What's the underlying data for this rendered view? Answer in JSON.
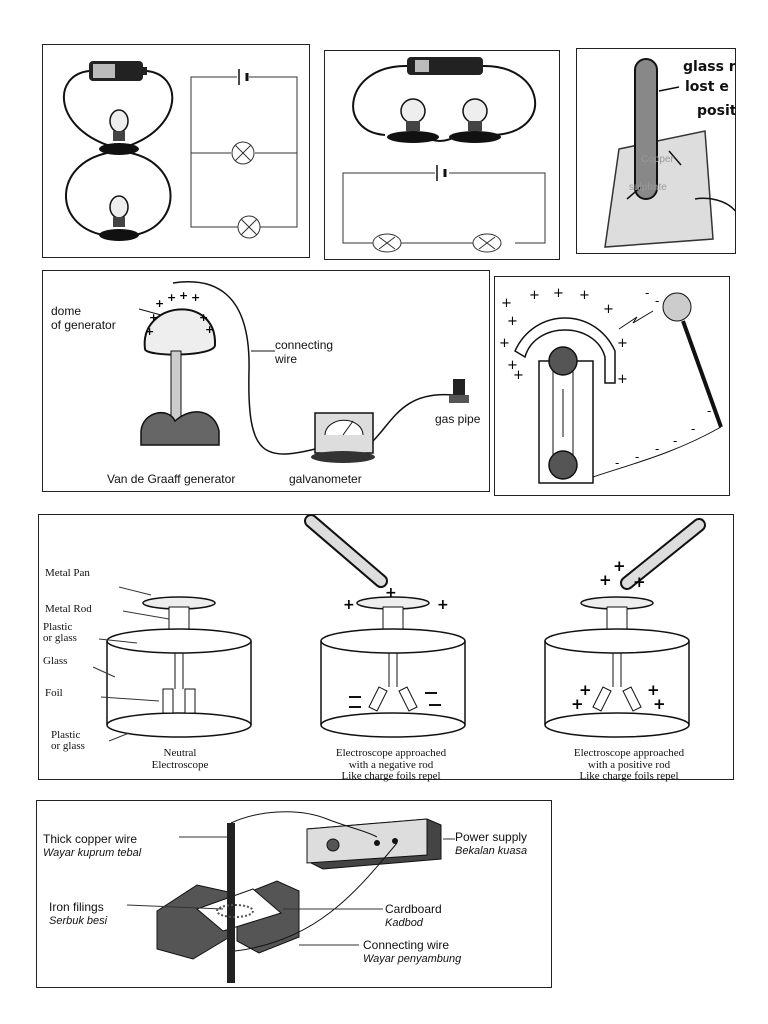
{
  "glass_rod_panel": {
    "line1": "glass ro",
    "line2": "lost e",
    "line3": "positi",
    "faint1": "Copper",
    "faint2": "sulphate"
  },
  "van_de_graaff": {
    "dome_label_1": "dome",
    "dome_label_2": "of generator",
    "wire_label_1": "connecting",
    "wire_label_2": "wire",
    "generator_label": "Van de Graaff generator",
    "galvanometer_label": "galvanometer",
    "gas_pipe_label": "gas pipe"
  },
  "electroscope": {
    "part_pan": "Metal Pan",
    "part_rod": "Metal Rod",
    "part_plastic_1": "Plastic",
    "part_plastic_2": "or glass",
    "part_glass": "Glass",
    "part_foil": "Foil",
    "part_plastic_bottom_1": "Plastic",
    "part_plastic_bottom_2": "or glass",
    "neutral_caption_1": "Neutral",
    "neutral_caption_2": "Electroscope",
    "negative_caption_1": "Electroscope approached",
    "negative_caption_2": "with a negative rod",
    "negative_caption_3": "Like charge foils repel",
    "positive_caption_1": "Electroscope approached",
    "positive_caption_2": "with a positive rod",
    "positive_caption_3": "Like charge foils repel"
  },
  "magnetic_field": {
    "copper_wire_en": "Thick copper wire",
    "copper_wire_ms": "Wayar kuprum tebal",
    "iron_filings_en": "Iron filings",
    "iron_filings_ms": "Serbuk besi",
    "power_supply_en": "Power supply",
    "power_supply_ms": "Bekalan kuasa",
    "cardboard_en": "Cardboard",
    "cardboard_ms": "Kadbod",
    "connecting_wire_en": "Connecting wire",
    "connecting_wire_ms": "Wayar penyambung"
  }
}
